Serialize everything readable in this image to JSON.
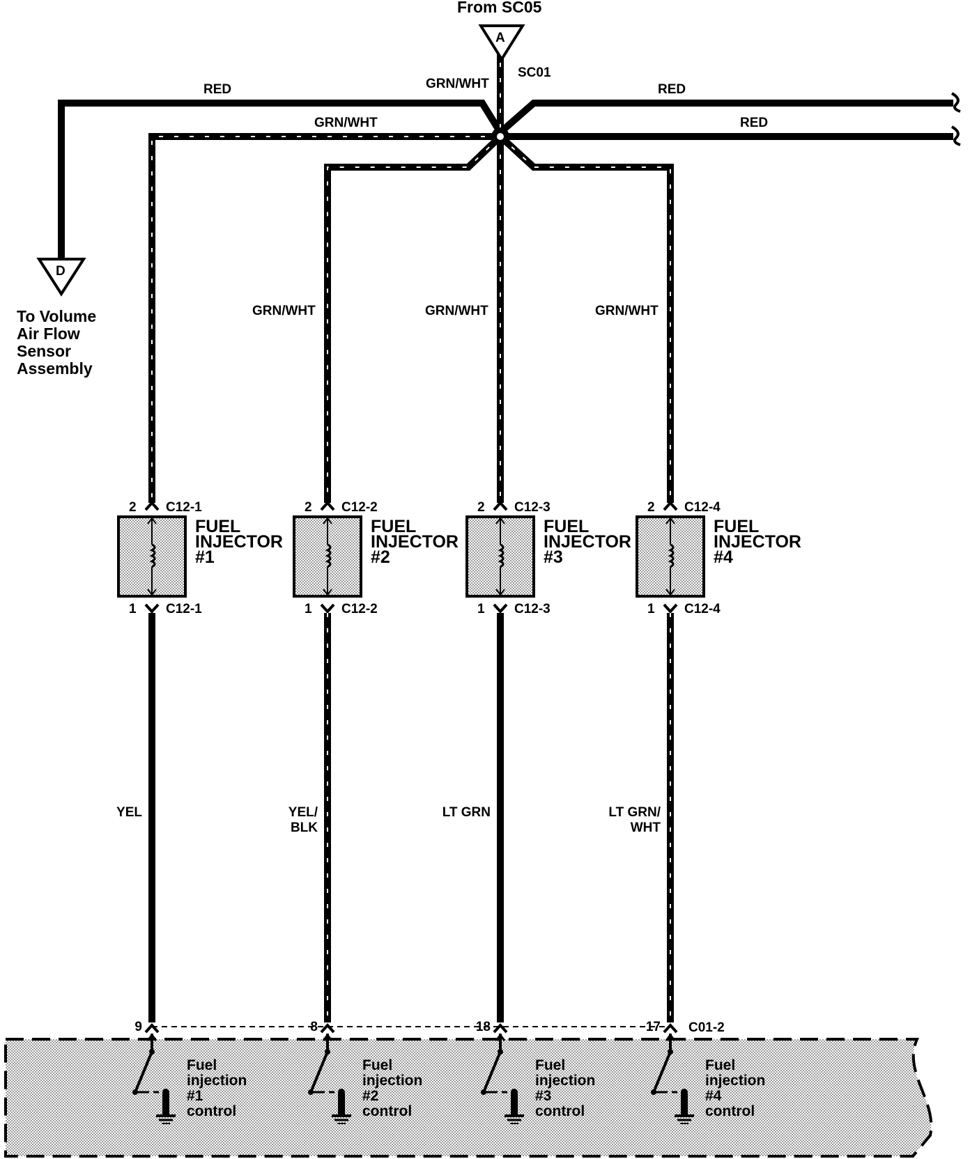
{
  "top_connector": {
    "caption": "From SC05",
    "letter": "A"
  },
  "splice": {
    "label": "SC01"
  },
  "ground_connector": {
    "letter": "D",
    "caption_lines": [
      "To Volume",
      "Air Flow",
      "Sensor",
      "Assembly"
    ]
  },
  "wire_labels": {
    "red_left": "RED",
    "grnwht_top": "GRN/WHT",
    "grnwht_left": "GRN/WHT",
    "red_right_top": "RED",
    "red_right_mid": "RED"
  },
  "injectors": [
    {
      "supply_label": "",
      "top_pin": "2",
      "top_conn": "C12-1",
      "name_lines": [
        "FUEL",
        "INJECTOR",
        "#1"
      ],
      "bottom_pin": "1",
      "bottom_conn": "C12-1",
      "signal_lines": [
        "YEL"
      ],
      "ecm_pin": "9",
      "control_lines": [
        "Fuel",
        "injection",
        "#1",
        "control"
      ]
    },
    {
      "supply_label": "GRN/WHT",
      "top_pin": "2",
      "top_conn": "C12-2",
      "name_lines": [
        "FUEL",
        "INJECTOR",
        "#2"
      ],
      "bottom_pin": "1",
      "bottom_conn": "C12-2",
      "signal_lines": [
        "YEL/",
        "BLK"
      ],
      "ecm_pin": "8",
      "control_lines": [
        "Fuel",
        "injection",
        "#2",
        "control"
      ]
    },
    {
      "supply_label": "GRN/WHT",
      "top_pin": "2",
      "top_conn": "C12-3",
      "name_lines": [
        "FUEL",
        "INJECTOR",
        "#3"
      ],
      "bottom_pin": "1",
      "bottom_conn": "C12-3",
      "signal_lines": [
        "LT GRN"
      ],
      "ecm_pin": "18",
      "control_lines": [
        "Fuel",
        "injection",
        "#3",
        "control"
      ]
    },
    {
      "supply_label": "GRN/WHT",
      "top_pin": "2",
      "top_conn": "C12-4",
      "name_lines": [
        "FUEL",
        "INJECTOR",
        "#4"
      ],
      "bottom_pin": "1",
      "bottom_conn": "C12-4",
      "signal_lines": [
        "LT GRN/",
        "WHT"
      ],
      "ecm_pin": "17",
      "control_lines": [
        "Fuel",
        "injection",
        "#4",
        "control"
      ]
    }
  ],
  "ecm": {
    "connector": "C01-2"
  }
}
